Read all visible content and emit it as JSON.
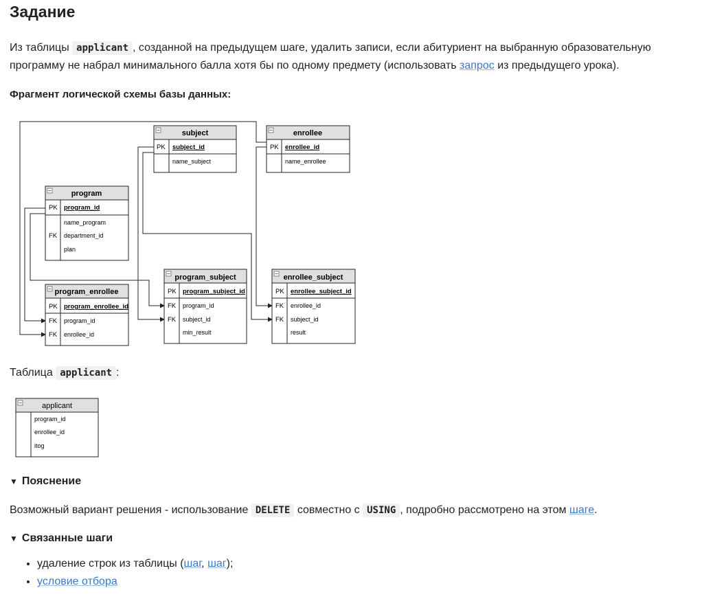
{
  "task": {
    "title": "Задание",
    "text_1": "Из таблицы ",
    "code_1": "applicant",
    "text_2": ", созданной на предыдущем шаге, удалить записи, если абитуриент на выбранную образовательную",
    "text_3": "программу не набрал минимального балла хотя бы по одному предмету (использовать ",
    "link_query": "запрос",
    "text_4": " из предыдущего урока)."
  },
  "schema": {
    "heading": "Фрагмент логической схемы базы данных:",
    "tables": {
      "subject": {
        "name": "subject",
        "pk_marker": "PK",
        "pk": "subject_id",
        "fields": [
          "name_subject"
        ]
      },
      "enrollee": {
        "name": "enrollee",
        "pk_marker": "PK",
        "pk": "enrollee_id",
        "fields": [
          "name_enrollee"
        ]
      },
      "program": {
        "name": "program",
        "pk_marker": "PK",
        "pk": "program_id",
        "fields": [
          "name_program",
          "department_id",
          "plan"
        ],
        "fk_marker": "FK"
      },
      "program_enrollee": {
        "name": "program_enrollee",
        "pk_marker": "PK",
        "pk": "program_enrollee_id",
        "fk_marker": "FK",
        "fields": [
          "program_id",
          "enrollee_id"
        ]
      },
      "program_subject": {
        "name": "program_subject",
        "pk_marker": "PK",
        "pk": "program_subject_id",
        "fk_marker": "FK",
        "fields": [
          "program_id",
          "subject_id",
          "min_result"
        ]
      },
      "enrollee_subject": {
        "name": "enrollee_subject",
        "pk_marker": "PK",
        "pk": "enrollee_subject_id",
        "fk_marker": "FK",
        "fields": [
          "enrollee_id",
          "subject_id",
          "result"
        ]
      }
    }
  },
  "applicant": {
    "label_before": "Таблица ",
    "code": "applicant",
    "label_after": ":",
    "table": {
      "name": "applicant",
      "fields": [
        "program_id",
        "enrollee_id",
        "itog"
      ]
    }
  },
  "explanation": {
    "summary": "Пояснение",
    "text_1": "Возможный вариант решения - использование ",
    "code_1": "DELETE",
    "text_2": " совместно с ",
    "code_2": "USING",
    "text_3": ", подробно рассмотрено на этом ",
    "link": "шаге",
    "text_4": "."
  },
  "related": {
    "summary": "Связанные шаги",
    "item_1_text": "удаление строк из таблицы (",
    "item_1_link_1": "шаг",
    "item_1_sep": ", ",
    "item_1_link_2": "шаг",
    "item_1_end": ");",
    "item_2_link": "условие отбора"
  },
  "colors": {
    "text": "#222222",
    "link": "#3a78c4",
    "table_header": "#e0e0e0",
    "code_bg": "#f1f1f1"
  },
  "icons": {
    "collapse": "minus-box-icon",
    "expanded": "triangle-down-icon",
    "bullet": "bullet-icon"
  }
}
